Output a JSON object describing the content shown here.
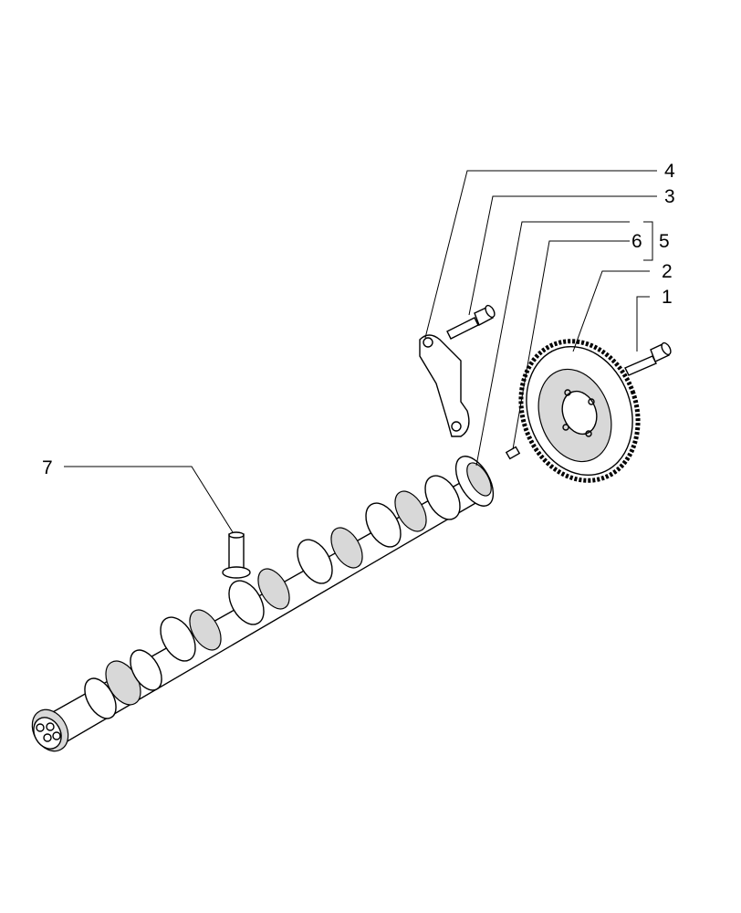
{
  "diagram": {
    "callouts": [
      {
        "id": "4",
        "text": "4"
      },
      {
        "id": "3",
        "text": "3"
      },
      {
        "id": "6",
        "text": "6"
      },
      {
        "id": "5",
        "text": "5"
      },
      {
        "id": "2",
        "text": "2"
      },
      {
        "id": "1",
        "text": "1"
      },
      {
        "id": "7",
        "text": "7"
      }
    ],
    "parts": [
      {
        "id": "1",
        "icon": "flange-bolt-icon"
      },
      {
        "id": "2",
        "icon": "camshaft-gear-icon"
      },
      {
        "id": "3",
        "icon": "flange-bolt-icon"
      },
      {
        "id": "4",
        "icon": "thrust-plate-icon"
      },
      {
        "id": "5",
        "icon": "bracket-group-icon"
      },
      {
        "id": "6",
        "icon": "dowel-pin-icon"
      },
      {
        "id": "7",
        "icon": "tappet-icon"
      },
      {
        "id": "camshaft",
        "icon": "camshaft-icon"
      }
    ]
  }
}
